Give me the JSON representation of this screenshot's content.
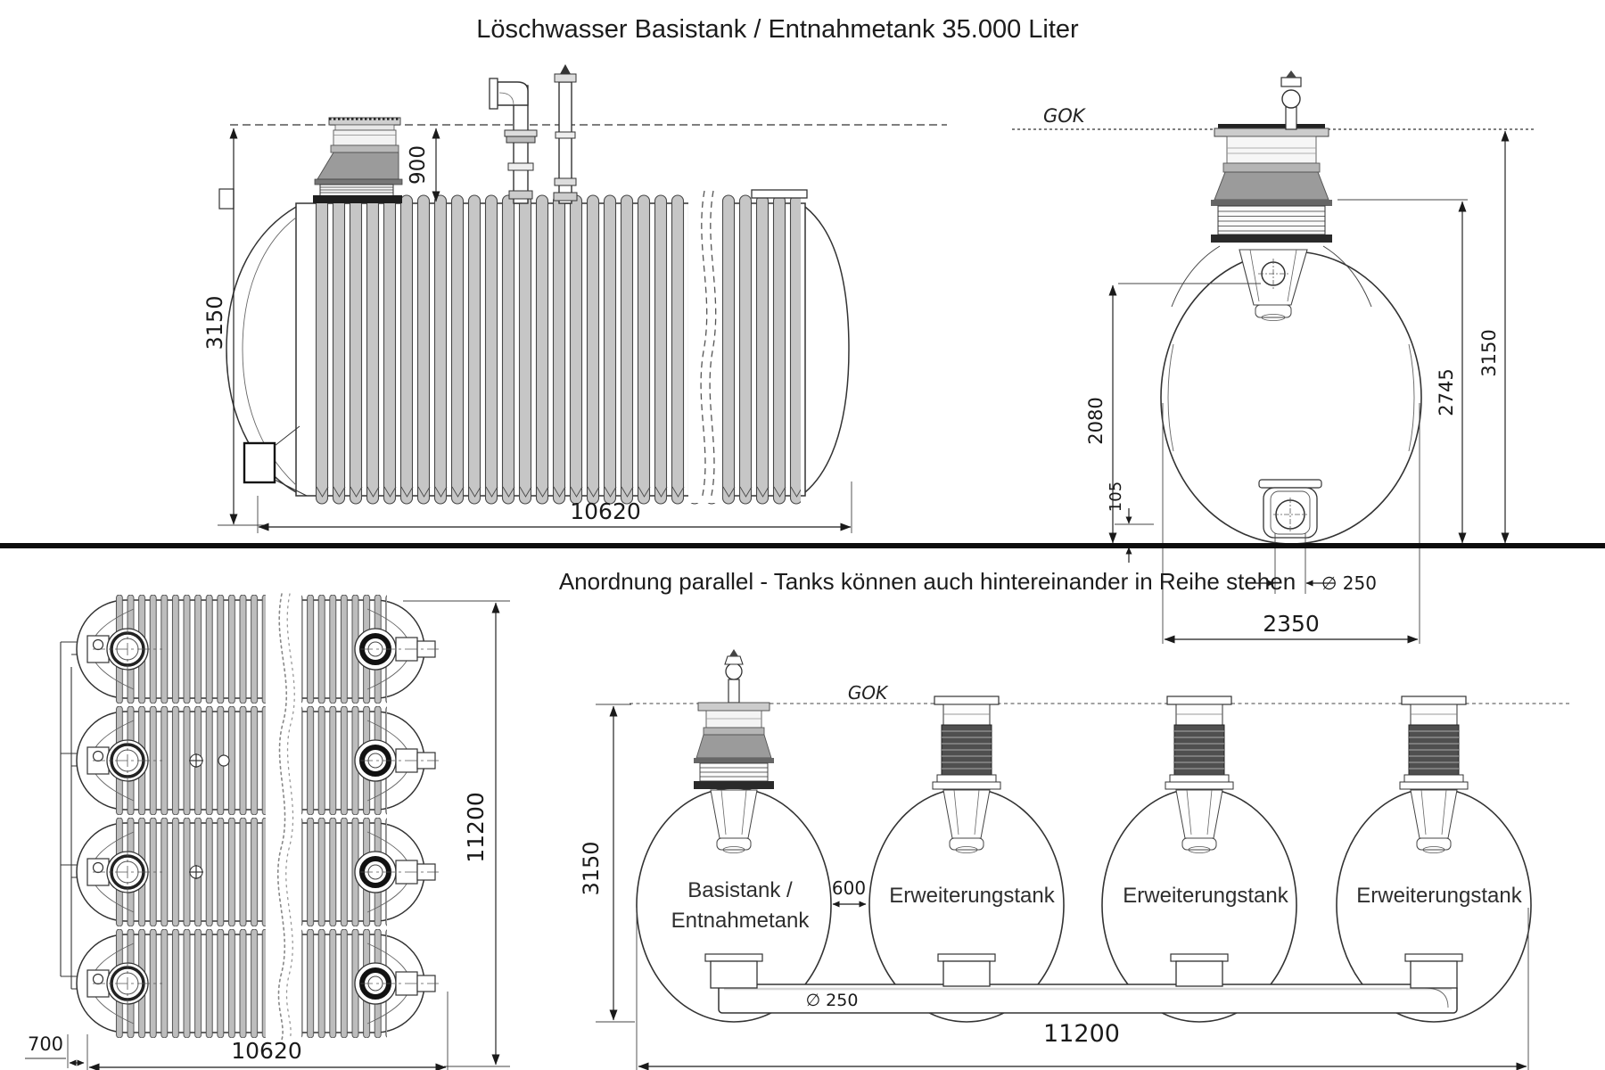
{
  "title": "Löschwasser Basistank / Entnahmetank 35.000 Liter",
  "caption": "Anordnung parallel - Tanks können auch hintereinander in Reihe stehen",
  "ink": "#1f1f1f",
  "rib_gray": "#c6c6c6",
  "side_view": {
    "height_mm": "3150",
    "shaft_height_mm": "900",
    "length_mm": "10620"
  },
  "front_view": {
    "ground_label": "GOK",
    "inlet_depth_mm": "2080",
    "bottom_offset_mm": "105",
    "shaft_bottom_mm": "2745",
    "height_mm": "3150",
    "outlet_diameter": "∅ 250",
    "width_mm": "2350"
  },
  "top_view": {
    "total_width_mm": "11200",
    "length_mm": "10620",
    "pipe_offset_mm": "700"
  },
  "row_view": {
    "ground_label": "GOK",
    "height_mm": "3150",
    "tank_gap_mm": "600",
    "pipe_diameter": "∅ 250",
    "total_length_mm": "11200",
    "base_tank_label_line1": "Basistank /",
    "base_tank_label_line2": "Entnahmetank",
    "expansion_tank_label": "Erweiterungstank"
  }
}
